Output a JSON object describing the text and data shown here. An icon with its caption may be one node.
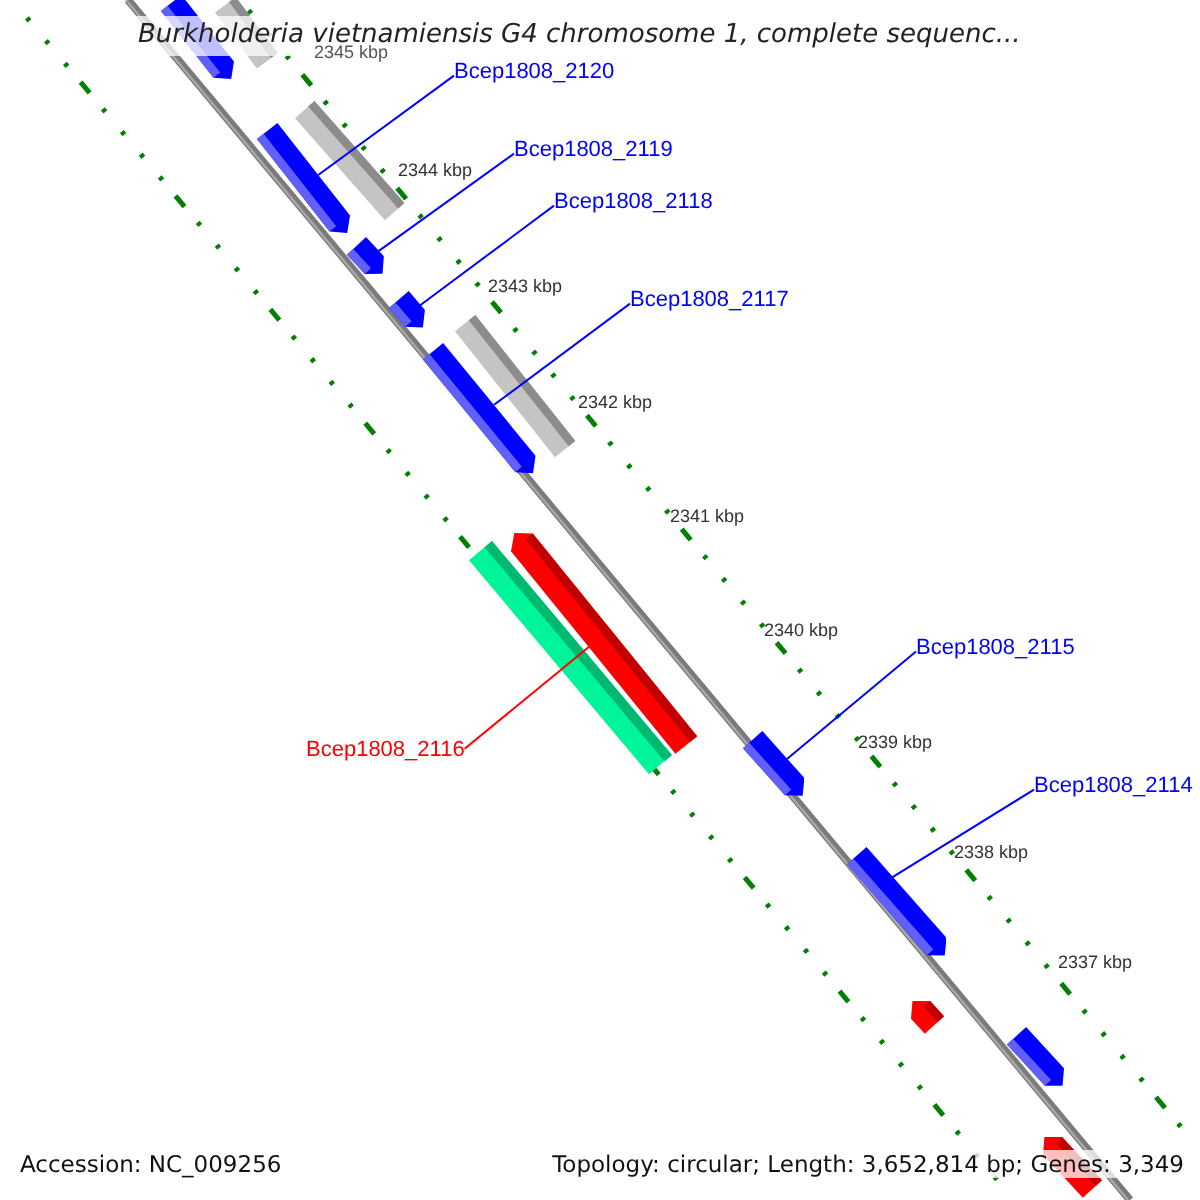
{
  "diagram": {
    "title": "Burkholderia vietnamiensis G4 chromosome 1, complete sequenc...",
    "nodes": [
      {
        "text": [],
        "shape": "pentagon"
      },
      {
        "text": [],
        "shape": "bar"
      },
      {
        "text": [
          "Bcep1808_2120"
        ]
      },
      {
        "text": [],
        "shape": "bar"
      },
      {
        "text": [],
        "shape": "pentagon"
      },
      {
        "text": [
          "Bcep1808_2119"
        ]
      },
      {
        "text": [],
        "shape": "pentagon"
      },
      {
        "text": [
          "Bcep1808_2118"
        ]
      },
      {
        "text": [],
        "shape": "pentagon"
      },
      {
        "text": [
          "Bcep1808_2117"
        ]
      },
      {
        "text": [],
        "shape": "bar"
      },
      {
        "text": [],
        "shape": "pentagon"
      },
      {
        "text": [],
        "shape": "pentagon"
      },
      {
        "text": [],
        "shape": "bar"
      },
      {
        "text": [
          "Bcep1808_2116"
        ]
      },
      {
        "text": [
          "Bcep1808_2115"
        ]
      },
      {
        "text": [],
        "shape": "pentagon"
      },
      {
        "text": [
          "Bcep1808_2114"
        ]
      },
      {
        "text": [],
        "shape": "pentagon"
      },
      {
        "text": [],
        "shape": "pentagon"
      },
      {
        "text": [],
        "shape": "pentagon"
      },
      {
        "text": [],
        "shape": "pentagon"
      }
    ],
    "edges": [
      {
        "from": 2,
        "to": 4,
        "arrow": "none"
      },
      {
        "from": 5,
        "to": 6,
        "arrow": "none"
      },
      {
        "from": 7,
        "to": 8,
        "arrow": "none"
      },
      {
        "from": 9,
        "to": 11,
        "arrow": "none"
      },
      {
        "from": 14,
        "to": 12,
        "arrow": "none",
        "color": "#ff0000"
      },
      {
        "from": 15,
        "to": 16,
        "arrow": "none"
      },
      {
        "from": 17,
        "to": 18,
        "arrow": "none"
      }
    ],
    "labels": [
      "2345 kbp",
      "2344 kbp",
      "2343 kbp",
      "2342 kbp",
      "2341 kbp",
      "2340 kbp",
      "2339 kbp",
      "2338 kbp",
      "2337 kbp",
      "Accession: NC_009256",
      "Topology: circular; Length: 3,652,814 bp; Genes: 3,349"
    ]
  }
}
